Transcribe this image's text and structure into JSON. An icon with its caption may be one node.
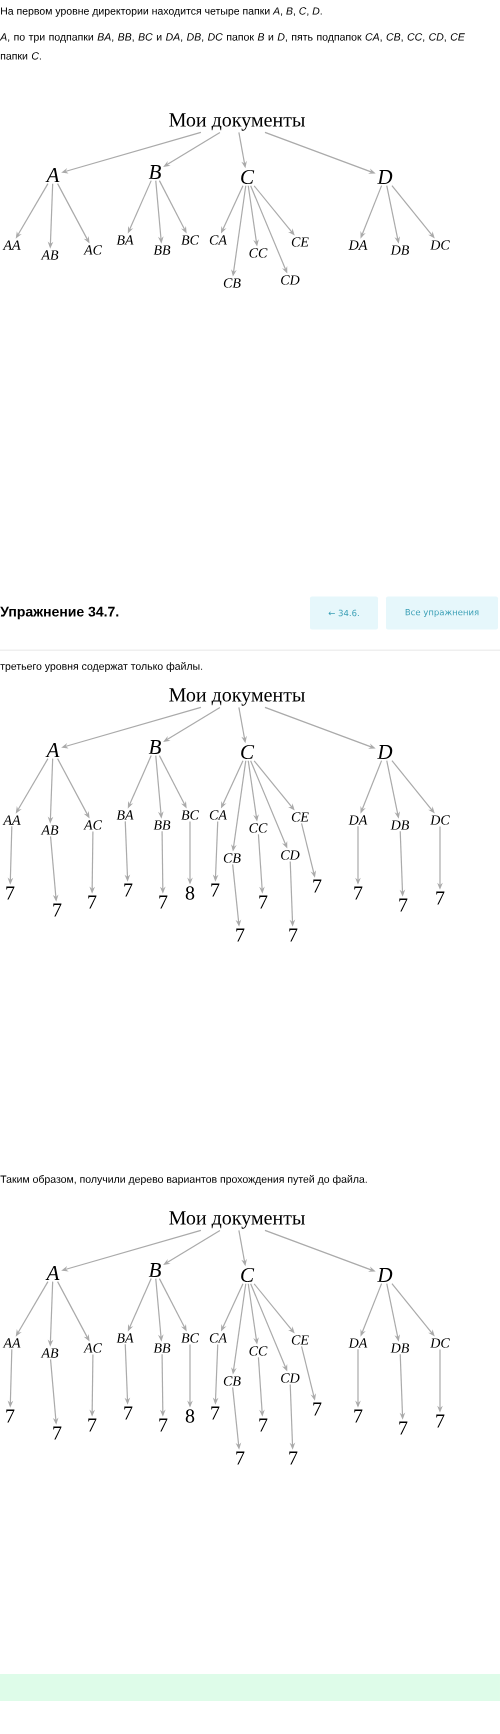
{
  "diagram": {
    "nodes": [
      {
        "text": [
          "Мои документы"
        ]
      },
      {
        "text": [
          "A"
        ]
      },
      {
        "text": [
          "B"
        ]
      },
      {
        "text": [
          "C"
        ]
      },
      {
        "text": [
          "D"
        ]
      },
      {
        "text": [
          "AA"
        ]
      },
      {
        "text": [
          "AB"
        ]
      },
      {
        "text": [
          "AC"
        ]
      },
      {
        "text": [
          "BA"
        ]
      },
      {
        "text": [
          "BB"
        ]
      },
      {
        "text": [
          "BC"
        ]
      },
      {
        "text": [
          "CA"
        ]
      },
      {
        "text": [
          "CB"
        ]
      },
      {
        "text": [
          "CC"
        ]
      },
      {
        "text": [
          "CD"
        ]
      },
      {
        "text": [
          "CE"
        ]
      },
      {
        "text": [
          "DA"
        ]
      },
      {
        "text": [
          "DB"
        ]
      },
      {
        "text": [
          "DC"
        ]
      },
      {
        "text": [
          "← 34.6."
        ]
      },
      {
        "text": [
          "Все упражнения"
        ]
      },
      {
        "text": [
          "Мои документы"
        ]
      },
      {
        "text": [
          "A"
        ]
      },
      {
        "text": [
          "B"
        ]
      },
      {
        "text": [
          "C"
        ]
      },
      {
        "text": [
          "D"
        ]
      },
      {
        "text": [
          "AA"
        ]
      },
      {
        "text": [
          "AB"
        ]
      },
      {
        "text": [
          "AC"
        ]
      },
      {
        "text": [
          "BA"
        ]
      },
      {
        "text": [
          "BB"
        ]
      },
      {
        "text": [
          "BC"
        ]
      },
      {
        "text": [
          "CA"
        ]
      },
      {
        "text": [
          "CB"
        ]
      },
      {
        "text": [
          "CC"
        ]
      },
      {
        "text": [
          "CD"
        ]
      },
      {
        "text": [
          "CE"
        ]
      },
      {
        "text": [
          "DA"
        ]
      },
      {
        "text": [
          "DB"
        ]
      },
      {
        "text": [
          "DC"
        ]
      },
      {
        "text": [
          "7"
        ]
      },
      {
        "text": [
          "7"
        ]
      },
      {
        "text": [
          "7"
        ]
      },
      {
        "text": [
          "7"
        ]
      },
      {
        "text": [
          "7"
        ]
      },
      {
        "text": [
          "8"
        ]
      },
      {
        "text": [
          "7"
        ]
      },
      {
        "text": [
          "7"
        ]
      },
      {
        "text": [
          "7"
        ]
      },
      {
        "text": [
          "7"
        ]
      },
      {
        "text": [
          "7"
        ]
      },
      {
        "text": [
          "7"
        ]
      },
      {
        "text": [
          "7"
        ]
      },
      {
        "text": [
          "7"
        ]
      },
      {
        "text": [
          "Мои документы"
        ]
      },
      {
        "text": [
          "A"
        ]
      },
      {
        "text": [
          "B"
        ]
      },
      {
        "text": [
          "C"
        ]
      },
      {
        "text": [
          "D"
        ]
      },
      {
        "text": [
          "AA"
        ]
      },
      {
        "text": [
          "AB"
        ]
      },
      {
        "text": [
          "AC"
        ]
      },
      {
        "text": [
          "BA"
        ]
      },
      {
        "text": [
          "BB"
        ]
      },
      {
        "text": [
          "BC"
        ]
      },
      {
        "text": [
          "CA"
        ]
      },
      {
        "text": [
          "CB"
        ]
      },
      {
        "text": [
          "CC"
        ]
      },
      {
        "text": [
          "CD"
        ]
      },
      {
        "text": [
          "CE"
        ]
      },
      {
        "text": [
          "DA"
        ]
      },
      {
        "text": [
          "DB"
        ]
      },
      {
        "text": [
          "DC"
        ]
      },
      {
        "text": [
          "7"
        ]
      },
      {
        "text": [
          "7"
        ]
      },
      {
        "text": [
          "7"
        ]
      },
      {
        "text": [
          "7"
        ]
      },
      {
        "text": [
          "7"
        ]
      },
      {
        "text": [
          "8"
        ]
      },
      {
        "text": [
          "7"
        ]
      },
      {
        "text": [
          "7"
        ]
      },
      {
        "text": [
          "7"
        ]
      },
      {
        "text": [
          "7"
        ]
      },
      {
        "text": [
          "7"
        ]
      },
      {
        "text": [
          "7"
        ]
      },
      {
        "text": [
          "7"
        ]
      },
      {
        "text": [
          "7"
        ]
      }
    ],
    "edges": [
      {
        "from": 0,
        "to": 1,
        "arrow": "to"
      },
      {
        "from": 0,
        "to": 2,
        "arrow": "to"
      },
      {
        "from": 0,
        "to": 3,
        "arrow": "to"
      },
      {
        "from": 0,
        "to": 4,
        "arrow": "to"
      },
      {
        "from": 1,
        "to": 5,
        "arrow": "to"
      },
      {
        "from": 1,
        "to": 6,
        "arrow": "to"
      },
      {
        "from": 1,
        "to": 7,
        "arrow": "to"
      },
      {
        "from": 2,
        "to": 8,
        "arrow": "to"
      },
      {
        "from": 2,
        "to": 9,
        "arrow": "to"
      },
      {
        "from": 2,
        "to": 10,
        "arrow": "to"
      },
      {
        "from": 3,
        "to": 11,
        "arrow": "to"
      },
      {
        "from": 3,
        "to": 12,
        "arrow": "to"
      },
      {
        "from": 3,
        "to": 13,
        "arrow": "to"
      },
      {
        "from": 3,
        "to": 14,
        "arrow": "to"
      },
      {
        "from": 3,
        "to": 15,
        "arrow": "to"
      },
      {
        "from": 4,
        "to": 16,
        "arrow": "to"
      },
      {
        "from": 4,
        "to": 17,
        "arrow": "to"
      },
      {
        "from": 4,
        "to": 18,
        "arrow": "to"
      },
      {
        "from": 21,
        "to": 22,
        "arrow": "to"
      },
      {
        "from": 21,
        "to": 23,
        "arrow": "to"
      },
      {
        "from": 21,
        "to": 24,
        "arrow": "to"
      },
      {
        "from": 21,
        "to": 25,
        "arrow": "to"
      },
      {
        "from": 22,
        "to": 26,
        "arrow": "to"
      },
      {
        "from": 22,
        "to": 27,
        "arrow": "to"
      },
      {
        "from": 22,
        "to": 28,
        "arrow": "to"
      },
      {
        "from": 23,
        "to": 29,
        "arrow": "to"
      },
      {
        "from": 23,
        "to": 30,
        "arrow": "to"
      },
      {
        "from": 23,
        "to": 31,
        "arrow": "to"
      },
      {
        "from": 24,
        "to": 32,
        "arrow": "to"
      },
      {
        "from": 24,
        "to": 33,
        "arrow": "to"
      },
      {
        "from": 24,
        "to": 34,
        "arrow": "to"
      },
      {
        "from": 24,
        "to": 35,
        "arrow": "to"
      },
      {
        "from": 24,
        "to": 36,
        "arrow": "to"
      },
      {
        "from": 25,
        "to": 37,
        "arrow": "to"
      },
      {
        "from": 25,
        "to": 38,
        "arrow": "to"
      },
      {
        "from": 25,
        "to": 39,
        "arrow": "to"
      },
      {
        "from": 26,
        "to": 40,
        "arrow": "to"
      },
      {
        "from": 27,
        "to": 41,
        "arrow": "to"
      },
      {
        "from": 28,
        "to": 42,
        "arrow": "to"
      },
      {
        "from": 29,
        "to": 43,
        "arrow": "to"
      },
      {
        "from": 30,
        "to": 44,
        "arrow": "to"
      },
      {
        "from": 31,
        "to": 45,
        "arrow": "to"
      },
      {
        "from": 32,
        "to": 46,
        "arrow": "to"
      },
      {
        "from": 33,
        "to": 47,
        "arrow": "to"
      },
      {
        "from": 34,
        "to": 48,
        "arrow": "to"
      },
      {
        "from": 35,
        "to": 49,
        "arrow": "to"
      },
      {
        "from": 36,
        "to": 50,
        "arrow": "to"
      },
      {
        "from": 37,
        "to": 51,
        "arrow": "to"
      },
      {
        "from": 38,
        "to": 52,
        "arrow": "to"
      },
      {
        "from": 39,
        "to": 53,
        "arrow": "to"
      },
      {
        "from": 54,
        "to": 55,
        "arrow": "to"
      },
      {
        "from": 54,
        "to": 56,
        "arrow": "to"
      },
      {
        "from": 54,
        "to": 57,
        "arrow": "to"
      },
      {
        "from": 54,
        "to": 58,
        "arrow": "to"
      },
      {
        "from": 55,
        "to": 59,
        "arrow": "to"
      },
      {
        "from": 55,
        "to": 60,
        "arrow": "to"
      },
      {
        "from": 55,
        "to": 61,
        "arrow": "to"
      },
      {
        "from": 56,
        "to": 62,
        "arrow": "to"
      },
      {
        "from": 56,
        "to": 63,
        "arrow": "to"
      },
      {
        "from": 56,
        "to": 64,
        "arrow": "to"
      },
      {
        "from": 57,
        "to": 65,
        "arrow": "to"
      },
      {
        "from": 57,
        "to": 66,
        "arrow": "to"
      },
      {
        "from": 57,
        "to": 67,
        "arrow": "to"
      },
      {
        "from": 57,
        "to": 68,
        "arrow": "to"
      },
      {
        "from": 57,
        "to": 69,
        "arrow": "to"
      },
      {
        "from": 58,
        "to": 70,
        "arrow": "to"
      },
      {
        "from": 58,
        "to": 71,
        "arrow": "to"
      },
      {
        "from": 58,
        "to": 72,
        "arrow": "to"
      },
      {
        "from": 59,
        "to": 73,
        "arrow": "to"
      },
      {
        "from": 60,
        "to": 74,
        "arrow": "to"
      },
      {
        "from": 61,
        "to": 75,
        "arrow": "to"
      },
      {
        "from": 62,
        "to": 76,
        "arrow": "to"
      },
      {
        "from": 63,
        "to": 77,
        "arrow": "to"
      },
      {
        "from": 64,
        "to": 78,
        "arrow": "to"
      },
      {
        "from": 65,
        "to": 79,
        "arrow": "to"
      },
      {
        "from": 66,
        "to": 80,
        "arrow": "to"
      },
      {
        "from": 67,
        "to": 81,
        "arrow": "to"
      },
      {
        "from": 68,
        "to": 82,
        "arrow": "to"
      },
      {
        "from": 69,
        "to": 83,
        "arrow": "to"
      },
      {
        "from": 70,
        "to": 84,
        "arrow": "to"
      },
      {
        "from": 71,
        "to": 85,
        "arrow": "to"
      },
      {
        "from": 72,
        "to": 86,
        "arrow": "to"
      }
    ],
    "labels": [
      "На первом уровне директории находится четыре папки *A*, *B*, *C*, *D*.",
      "*A*, по три подпапки *BA*, *BB*, *BC* и *DA*, *DB*, *DC* папок *B* и *D*, пять подпапок *CA*, *CB*, *CC*, *CD*, *CE* папки *C*.",
      "Упражнение 34.7.",
      "третьего уровня содержат только файлы.",
      "Таким образом, получили дерево вариантов прохождения путей до файла."
    ]
  }
}
